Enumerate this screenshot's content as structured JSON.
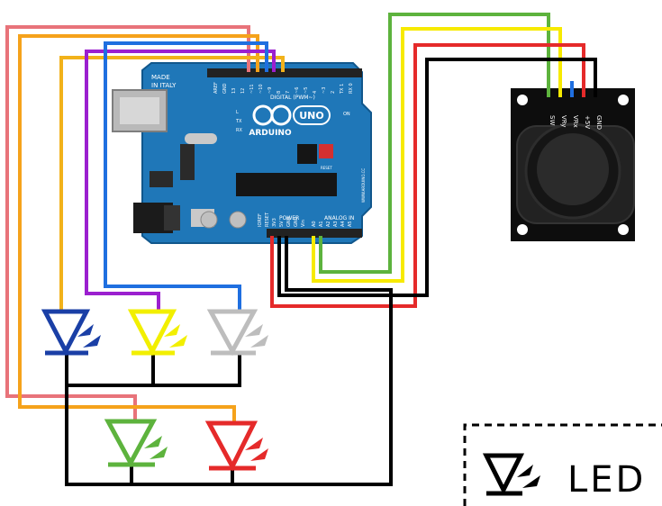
{
  "board": {
    "made_in": "MADE",
    "made_in_2": "IN ITALY",
    "logo": "ARDUINO",
    "model": "UNO",
    "digital_label": "DIGITAL (PWM~)",
    "power_label": "POWER",
    "analog_label": "ANALOG IN",
    "reset_label": "RESET",
    "tx_label": "TX",
    "rx_label": "RX",
    "on_label": "ON",
    "l_label": "L",
    "site_label": "WWW.ARDUINO.CC",
    "pins_top": [
      "AREF",
      "GND",
      "13",
      "12",
      "~11",
      "~10",
      "~9",
      "8",
      "7",
      "~6",
      "~5",
      "4",
      "~3",
      "2",
      "TX 1",
      "RX 0"
    ],
    "pins_power": [
      "IOREF",
      "RESET",
      "3V3",
      "5V",
      "GND",
      "GND",
      "Vin"
    ],
    "pins_analog": [
      "A0",
      "A1",
      "A2",
      "A3",
      "A4",
      "A5"
    ]
  },
  "joystick": {
    "pins": [
      "SW",
      "VRy",
      "VRx",
      "+5V",
      "GND"
    ]
  },
  "legend": {
    "label": "LED"
  },
  "colors": {
    "salmon": "#e8737a",
    "orange": "#f5a21b",
    "purple": "#9b1fcf",
    "blue": "#1f6fe0",
    "green": "#5db33d",
    "yellow": "#f7ea00",
    "red": "#e52a2a",
    "black": "#000000",
    "led_blue": "#1a3fa6",
    "led_yellow": "#f2ef00",
    "led_gray": "#bdbdbd",
    "led_green": "#5db33d",
    "led_red": "#e52a2a"
  }
}
